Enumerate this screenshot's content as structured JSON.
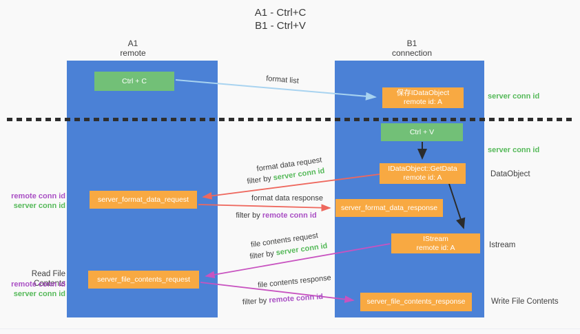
{
  "title": {
    "line1": "A1 - Ctrl+C",
    "line2": "B1 - Ctrl+V"
  },
  "lanes": {
    "a1": {
      "name": "A1",
      "role": "remote"
    },
    "b1": {
      "name": "B1",
      "role": "connection"
    }
  },
  "nodes": {
    "ctrl_c": {
      "label": "Ctrl + C"
    },
    "save_idataobject": {
      "title": "保存IDataObject",
      "subtitle": "remote id: A"
    },
    "ctrl_v": {
      "label": "Ctrl + V"
    },
    "getdata": {
      "title": "IDataObject::GetData",
      "subtitle": "remote id: A"
    },
    "format_request": {
      "label": "server_format_data_request"
    },
    "format_response": {
      "label": "server_format_data_response"
    },
    "istream": {
      "title": "IStream",
      "subtitle": "remote id: A"
    },
    "file_request": {
      "label": "server_file_contents_request"
    },
    "file_response": {
      "label": "server_file_contents_response"
    }
  },
  "flow_labels": {
    "format_list": "format list",
    "format_data_request": "format data request",
    "format_data_request_filter": {
      "prefix": "filter by ",
      "keyword": "server conn id"
    },
    "format_data_response": "format data response",
    "format_data_response_filter": {
      "prefix": "filter by ",
      "keyword": "remote conn id"
    },
    "file_contents_request": "file contents request",
    "file_contents_request_filter": {
      "prefix": "filter by ",
      "keyword": "server conn id"
    },
    "file_contents_response": "file contents response",
    "file_contents_response_filter": {
      "prefix": "filter by ",
      "keyword": "remote conn id"
    }
  },
  "side_labels": {
    "left": {
      "remote_conn_1": "remote conn id",
      "server_conn_1": "server conn id",
      "read_file": "Read File Contents",
      "remote_conn_2": "remote conn id",
      "server_conn_2": "server conn id"
    },
    "right": {
      "server_conn_top": "server conn id",
      "server_conn_mid": "server conn id",
      "dataobject": "DataObject",
      "istream": "Istream",
      "write_file": "Write File Contents"
    }
  },
  "colors": {
    "lane_blue": "#4b81d6",
    "box_green": "#72c077",
    "box_orange": "#f8a942",
    "label_green": "#55b959",
    "label_purple": "#a94fc4",
    "arrow_blue": "#a8d3f0",
    "arrow_red": "#ee685e",
    "arrow_magenta": "#c853c0",
    "arrow_black": "#2b2b2b"
  }
}
